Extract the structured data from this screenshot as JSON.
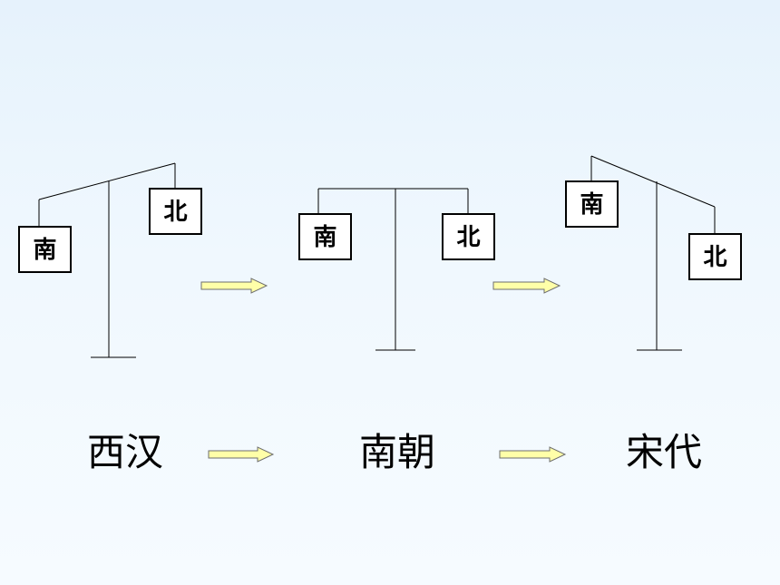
{
  "balances": [
    {
      "south_label": "南",
      "north_label": "北",
      "tilt": "north-higher"
    },
    {
      "south_label": "南",
      "north_label": "北",
      "tilt": "level"
    },
    {
      "south_label": "南",
      "north_label": "北",
      "tilt": "south-higher"
    }
  ],
  "periods": [
    "西汉",
    "南朝",
    "宋代"
  ],
  "colors": {
    "arrow_fill": "#ffffa8",
    "arrow_stroke": "#6e6e6e",
    "line": "#000000"
  }
}
